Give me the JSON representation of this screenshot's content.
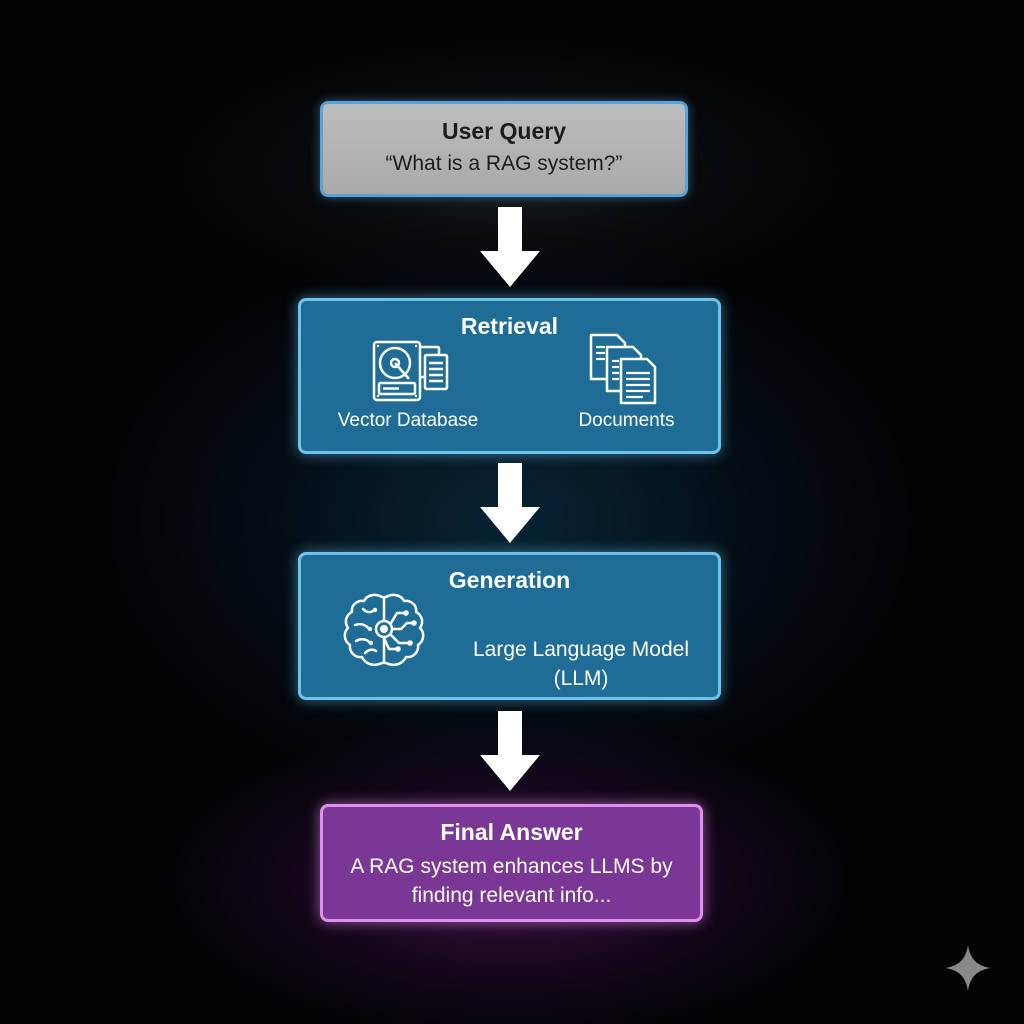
{
  "user_query": {
    "title": "User Query",
    "text": "“What is a RAG system?”"
  },
  "retrieval": {
    "title": "Retrieval",
    "vector_db_label": "Vector Database",
    "documents_label": "Documents"
  },
  "generation": {
    "title": "Generation",
    "llm_label_line1": "Large Language Model",
    "llm_label_line2": "(LLM)"
  },
  "final_answer": {
    "title": "Final Answer",
    "text_line1": "A RAG system enhances LLMS by",
    "text_line2": "finding relevant info..."
  },
  "colors": {
    "background": "#020305",
    "query_fill": "#b3b3b3",
    "query_border": "#5aa3d8",
    "stage_fill": "#1f6d96",
    "stage_border": "#6cc4ee",
    "answer_fill": "#7a3796",
    "answer_border": "#e08ef0",
    "arrow": "#ffffff"
  },
  "icons": {
    "retrieval_left": "hard-drive-database-icon",
    "retrieval_right": "documents-stack-icon",
    "generation": "brain-circuit-icon",
    "arrows": "down-arrow-icon",
    "corner": "sparkle-icon"
  }
}
